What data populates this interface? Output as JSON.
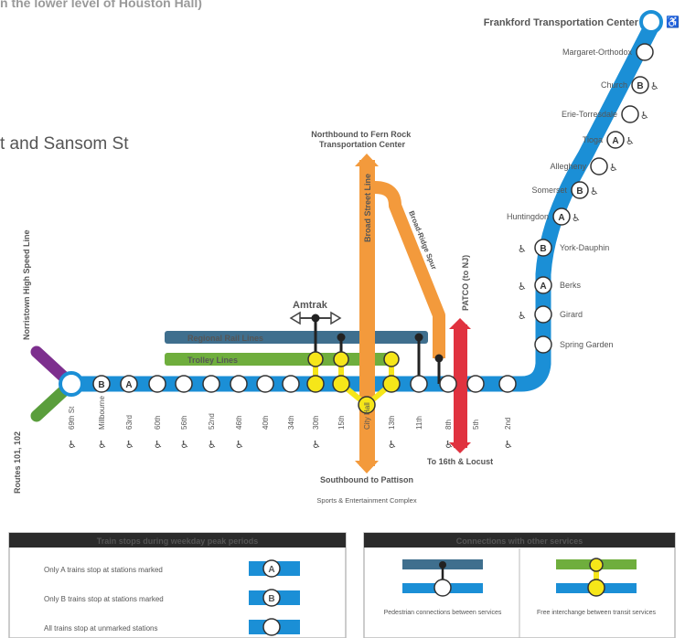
{
  "captions": {
    "top": "n the lower level of Houston Hall)",
    "side": "t and Sansom St"
  },
  "colors": {
    "mfl": "#1b8fd6",
    "bsl": "#f39a3c",
    "patco": "#e0323f",
    "regional_rail": "#3f6f8e",
    "trolley": "#6fae3d",
    "nhsl": "#7d2f8e",
    "routes_101_102": "#5a9e3c",
    "interchange": "#f6e619"
  },
  "map": {
    "terminus": "Frankford Transportation Center",
    "northeast_stations": [
      {
        "name": "Margaret-Orthodox",
        "badge": "",
        "accessible": false
      },
      {
        "name": "Church",
        "badge": "B",
        "accessible": true
      },
      {
        "name": "Erie-Torresdale",
        "badge": "",
        "accessible": true
      },
      {
        "name": "Tioga",
        "badge": "A",
        "accessible": true
      },
      {
        "name": "Allegheny",
        "badge": "",
        "accessible": true
      },
      {
        "name": "Somerset",
        "badge": "B",
        "accessible": true
      },
      {
        "name": "Huntingdon",
        "badge": "A",
        "accessible": true
      }
    ],
    "north_stations": [
      {
        "name": "York-Dauphin",
        "badge": "B",
        "accessible": true
      },
      {
        "name": "Berks",
        "badge": "A",
        "accessible": true
      },
      {
        "name": "Girard",
        "badge": "",
        "accessible": true
      },
      {
        "name": "Spring Garden",
        "badge": "",
        "accessible": false
      }
    ],
    "west_stations": [
      {
        "name": "69th St",
        "badge": "",
        "accessible": true
      },
      {
        "name": "Millbourne",
        "badge": "B",
        "accessible": true
      },
      {
        "name": "63rd",
        "badge": "A",
        "accessible": true
      },
      {
        "name": "60th",
        "badge": "",
        "accessible": true
      },
      {
        "name": "56th",
        "badge": "",
        "accessible": true
      },
      {
        "name": "52nd",
        "badge": "",
        "accessible": true
      },
      {
        "name": "46th",
        "badge": "",
        "accessible": true
      },
      {
        "name": "40th",
        "badge": "",
        "accessible": false
      },
      {
        "name": "34th",
        "badge": "",
        "accessible": false
      },
      {
        "name": "30th",
        "badge": "",
        "accessible": true
      },
      {
        "name": "15th",
        "badge": "",
        "accessible": false
      },
      {
        "name": "City Hall",
        "badge": "",
        "accessible": false
      },
      {
        "name": "13th",
        "badge": "",
        "accessible": true
      },
      {
        "name": "11th",
        "badge": "",
        "accessible": false
      },
      {
        "name": "8th",
        "badge": "",
        "accessible": true
      },
      {
        "name": "5th",
        "badge": "",
        "accessible": false
      },
      {
        "name": "2nd",
        "badge": "",
        "accessible": true
      }
    ],
    "northbound": "Northbound to Fern Rock Transportation Center",
    "southbound": "Southbound to Pattison",
    "southbound_sub": "Sports & Entertainment Complex",
    "bsl_name": "Broad Street Line",
    "bridge_line": "Broad-Ridge Spur",
    "patco": "PATCO (to NJ)",
    "patco_south": "To 16th & Locust",
    "amtrak": "Amtrak",
    "regional_rail": "Regional Rail Lines",
    "trolley": "Trolley Lines",
    "nhsl": "Norristown High Speed Line",
    "routes": "Routes 101, 102"
  },
  "legend_left": {
    "title": "Train stops during weekday peak periods",
    "rows": [
      {
        "text": "Only A trains stop at stations marked",
        "badge": "A"
      },
      {
        "text": "Only B trains stop at stations marked",
        "badge": "B"
      },
      {
        "text": "All trains stop at unmarked stations",
        "badge": ""
      }
    ]
  },
  "legend_right": {
    "title": "Connections with other services",
    "left_caption": "Pedestrian connections between services",
    "right_caption": "Free interchange between transit services"
  }
}
